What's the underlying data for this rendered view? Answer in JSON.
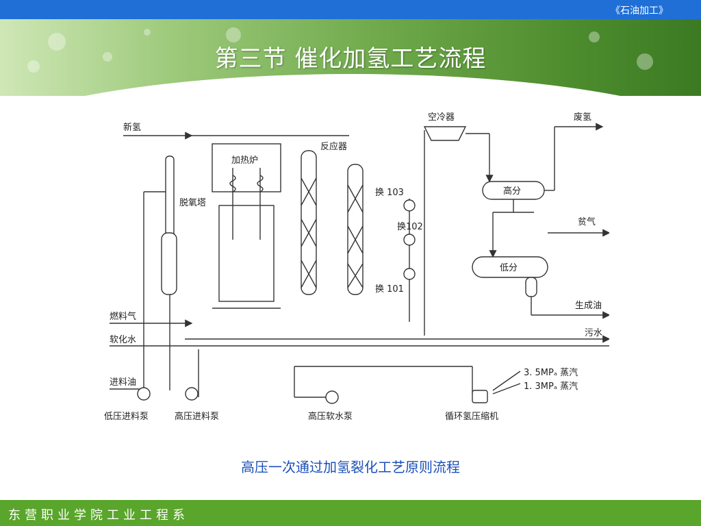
{
  "header": {
    "book_title": "《石油加工》"
  },
  "slide": {
    "title": "第三节    催化加氢工艺流程",
    "caption": "高压一次通过加氢裂化工艺原则流程"
  },
  "diagram": {
    "labels": {
      "new_hydrogen": "新氢",
      "heating_furnace": "加热炉",
      "reactor": "反应器",
      "air_cooler": "空冷器",
      "waste_hydrogen": "废氢",
      "deoxygen_tower": "脱氧塔",
      "hx103": "换 103",
      "hx102": "换102",
      "hx101": "换 101",
      "high_sep": "高分",
      "low_sep": "低分",
      "lean_gas": "贫气",
      "fuel_gas": "燃料气",
      "soft_water": "软化水",
      "feed_oil": "进料油",
      "product_oil": "生成油",
      "sewage": "污水",
      "steam_35": "3. 5MPₐ 蒸汽",
      "steam_13": "1. 3MPₐ 蒸汽",
      "lp_feed_pump": "低压进料泵",
      "hp_feed_pump": "高压进料泵",
      "hp_water_pump": "高压软水泵",
      "recycle_compressor": "循环氢压缩机"
    }
  },
  "footer": {
    "org": "东营职业学院工业工程系"
  },
  "colors": {
    "top_bar": "#1f6fd6",
    "footer_bar": "#5aa52b",
    "caption": "#1a4fb8"
  }
}
